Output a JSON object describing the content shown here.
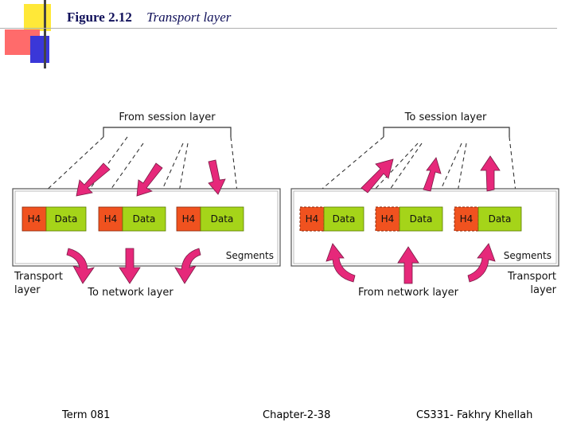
{
  "title": {
    "figure": "Figure 2.12",
    "caption": "Transport layer"
  },
  "left_panel": {
    "top_label": "From session layer",
    "bottom_label": "To network layer",
    "side_label_line1": "Transport",
    "side_label_line2": "layer",
    "segments_label": "Segments",
    "segments": [
      {
        "header": "H4",
        "data": "Data"
      },
      {
        "header": "H4",
        "data": "Data"
      },
      {
        "header": "H4",
        "data": "Data"
      }
    ]
  },
  "right_panel": {
    "top_label": "To session layer",
    "bottom_label": "From network layer",
    "side_label_line1": "Transport",
    "side_label_line2": "layer",
    "segments_label": "Segments",
    "segments": [
      {
        "header": "H4",
        "data": "Data"
      },
      {
        "header": "H4",
        "data": "Data"
      },
      {
        "header": "H4",
        "data": "Data"
      }
    ]
  },
  "footer": {
    "left": "Term 081",
    "center": "Chapter-2-38",
    "right": "CS331- Fakhry Khellah"
  },
  "colors": {
    "header": "#f0521f",
    "data": "#a5d419",
    "arrow": "#e6287a",
    "box_border": "#555555",
    "title": "#10105a"
  }
}
